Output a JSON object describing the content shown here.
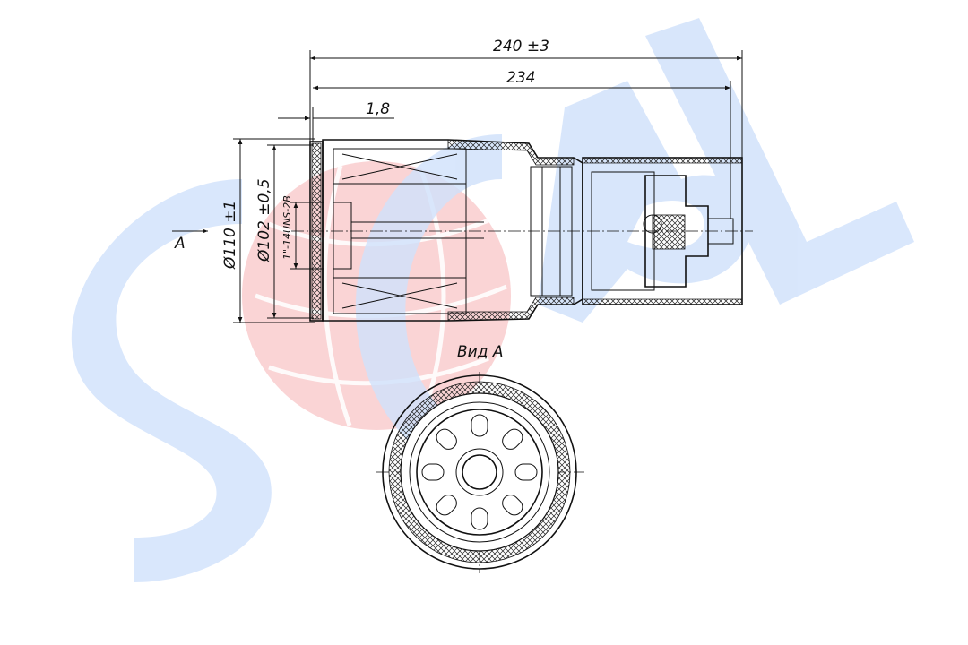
{
  "watermark": {
    "text": "SCPL",
    "blue": "#1e73f0",
    "red": "#e8343a"
  },
  "dimensions": {
    "overall_length": "240 ±3",
    "body_length": "234",
    "flange_offset": "1,8",
    "outer_diameter": "Ø110 ±1",
    "gasket_diameter": "Ø102 ±0,5",
    "thread": "1\"-14UNS-2B"
  },
  "view_marker": "A",
  "view_caption": "Вид А"
}
